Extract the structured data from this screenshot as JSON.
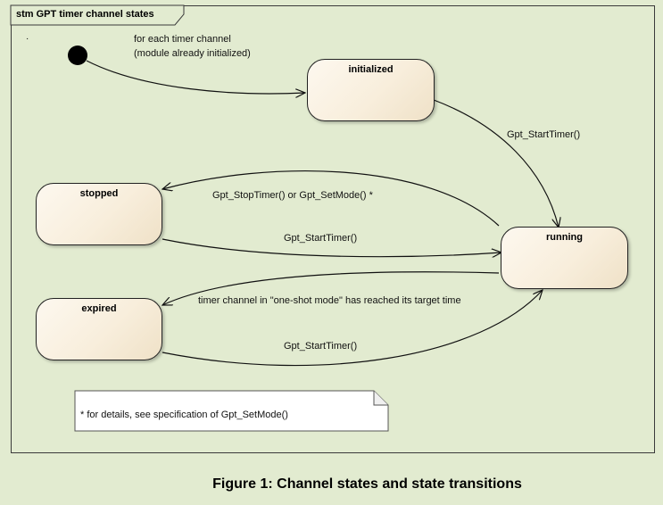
{
  "frame": {
    "title": "stm GPT timer channel states"
  },
  "bullet": "·",
  "initial": {
    "note_line1": "for each timer channel",
    "note_line2": "(module already initialized)"
  },
  "states": {
    "initialized": "initialized",
    "stopped": "stopped",
    "running": "running",
    "expired": "expired"
  },
  "transitions": {
    "init_to_running": "Gpt_StartTimer()",
    "running_to_stopped": "Gpt_StopTimer() or Gpt_SetMode() *",
    "stopped_to_running": "Gpt_StartTimer()",
    "running_to_expired": "timer channel in \"one-shot mode\" has reached its target time",
    "expired_to_running": "Gpt_StartTimer()"
  },
  "note": {
    "text": "* for details, see specification of Gpt_SetMode()"
  },
  "caption": "Figure 1: Channel states and state transitions"
}
